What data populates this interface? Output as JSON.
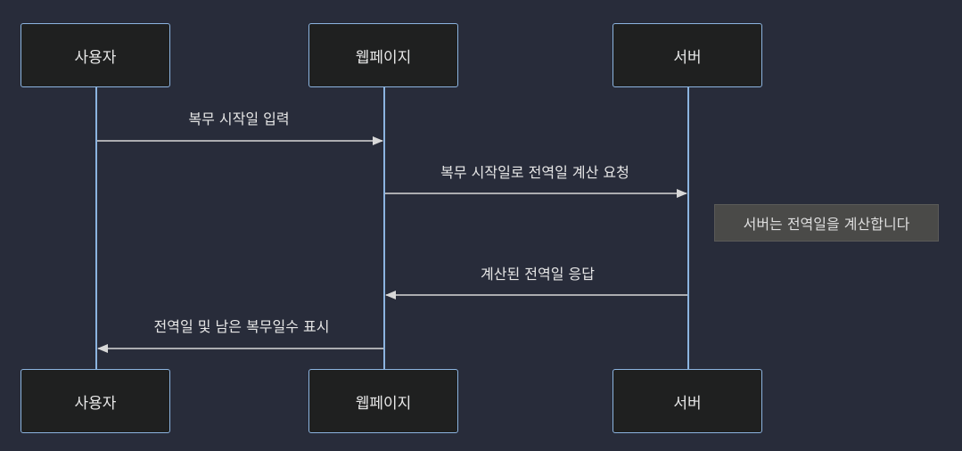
{
  "participants": [
    {
      "id": "user",
      "label": "사용자"
    },
    {
      "id": "webpage",
      "label": "웹페이지"
    },
    {
      "id": "server",
      "label": "서버"
    }
  ],
  "messages": [
    {
      "from": "user",
      "to": "webpage",
      "label": "복무 시작일 입력"
    },
    {
      "from": "webpage",
      "to": "server",
      "label": "복무 시작일로 전역일 계산 요청"
    },
    {
      "from": "server",
      "to": "webpage",
      "label": "계산된 전역일 응답"
    },
    {
      "from": "webpage",
      "to": "user",
      "label": "전역일 및 남은 복무일수 표시"
    }
  ],
  "note": {
    "over": "server",
    "text": "서버는 전역일을 계산합니다"
  },
  "colors": {
    "background": "#282c3a",
    "lifeline": "#8cb4e0",
    "actor_box": "#1f2020",
    "arrow": "#d8d8d8",
    "note_bg": "#4a4a48"
  }
}
